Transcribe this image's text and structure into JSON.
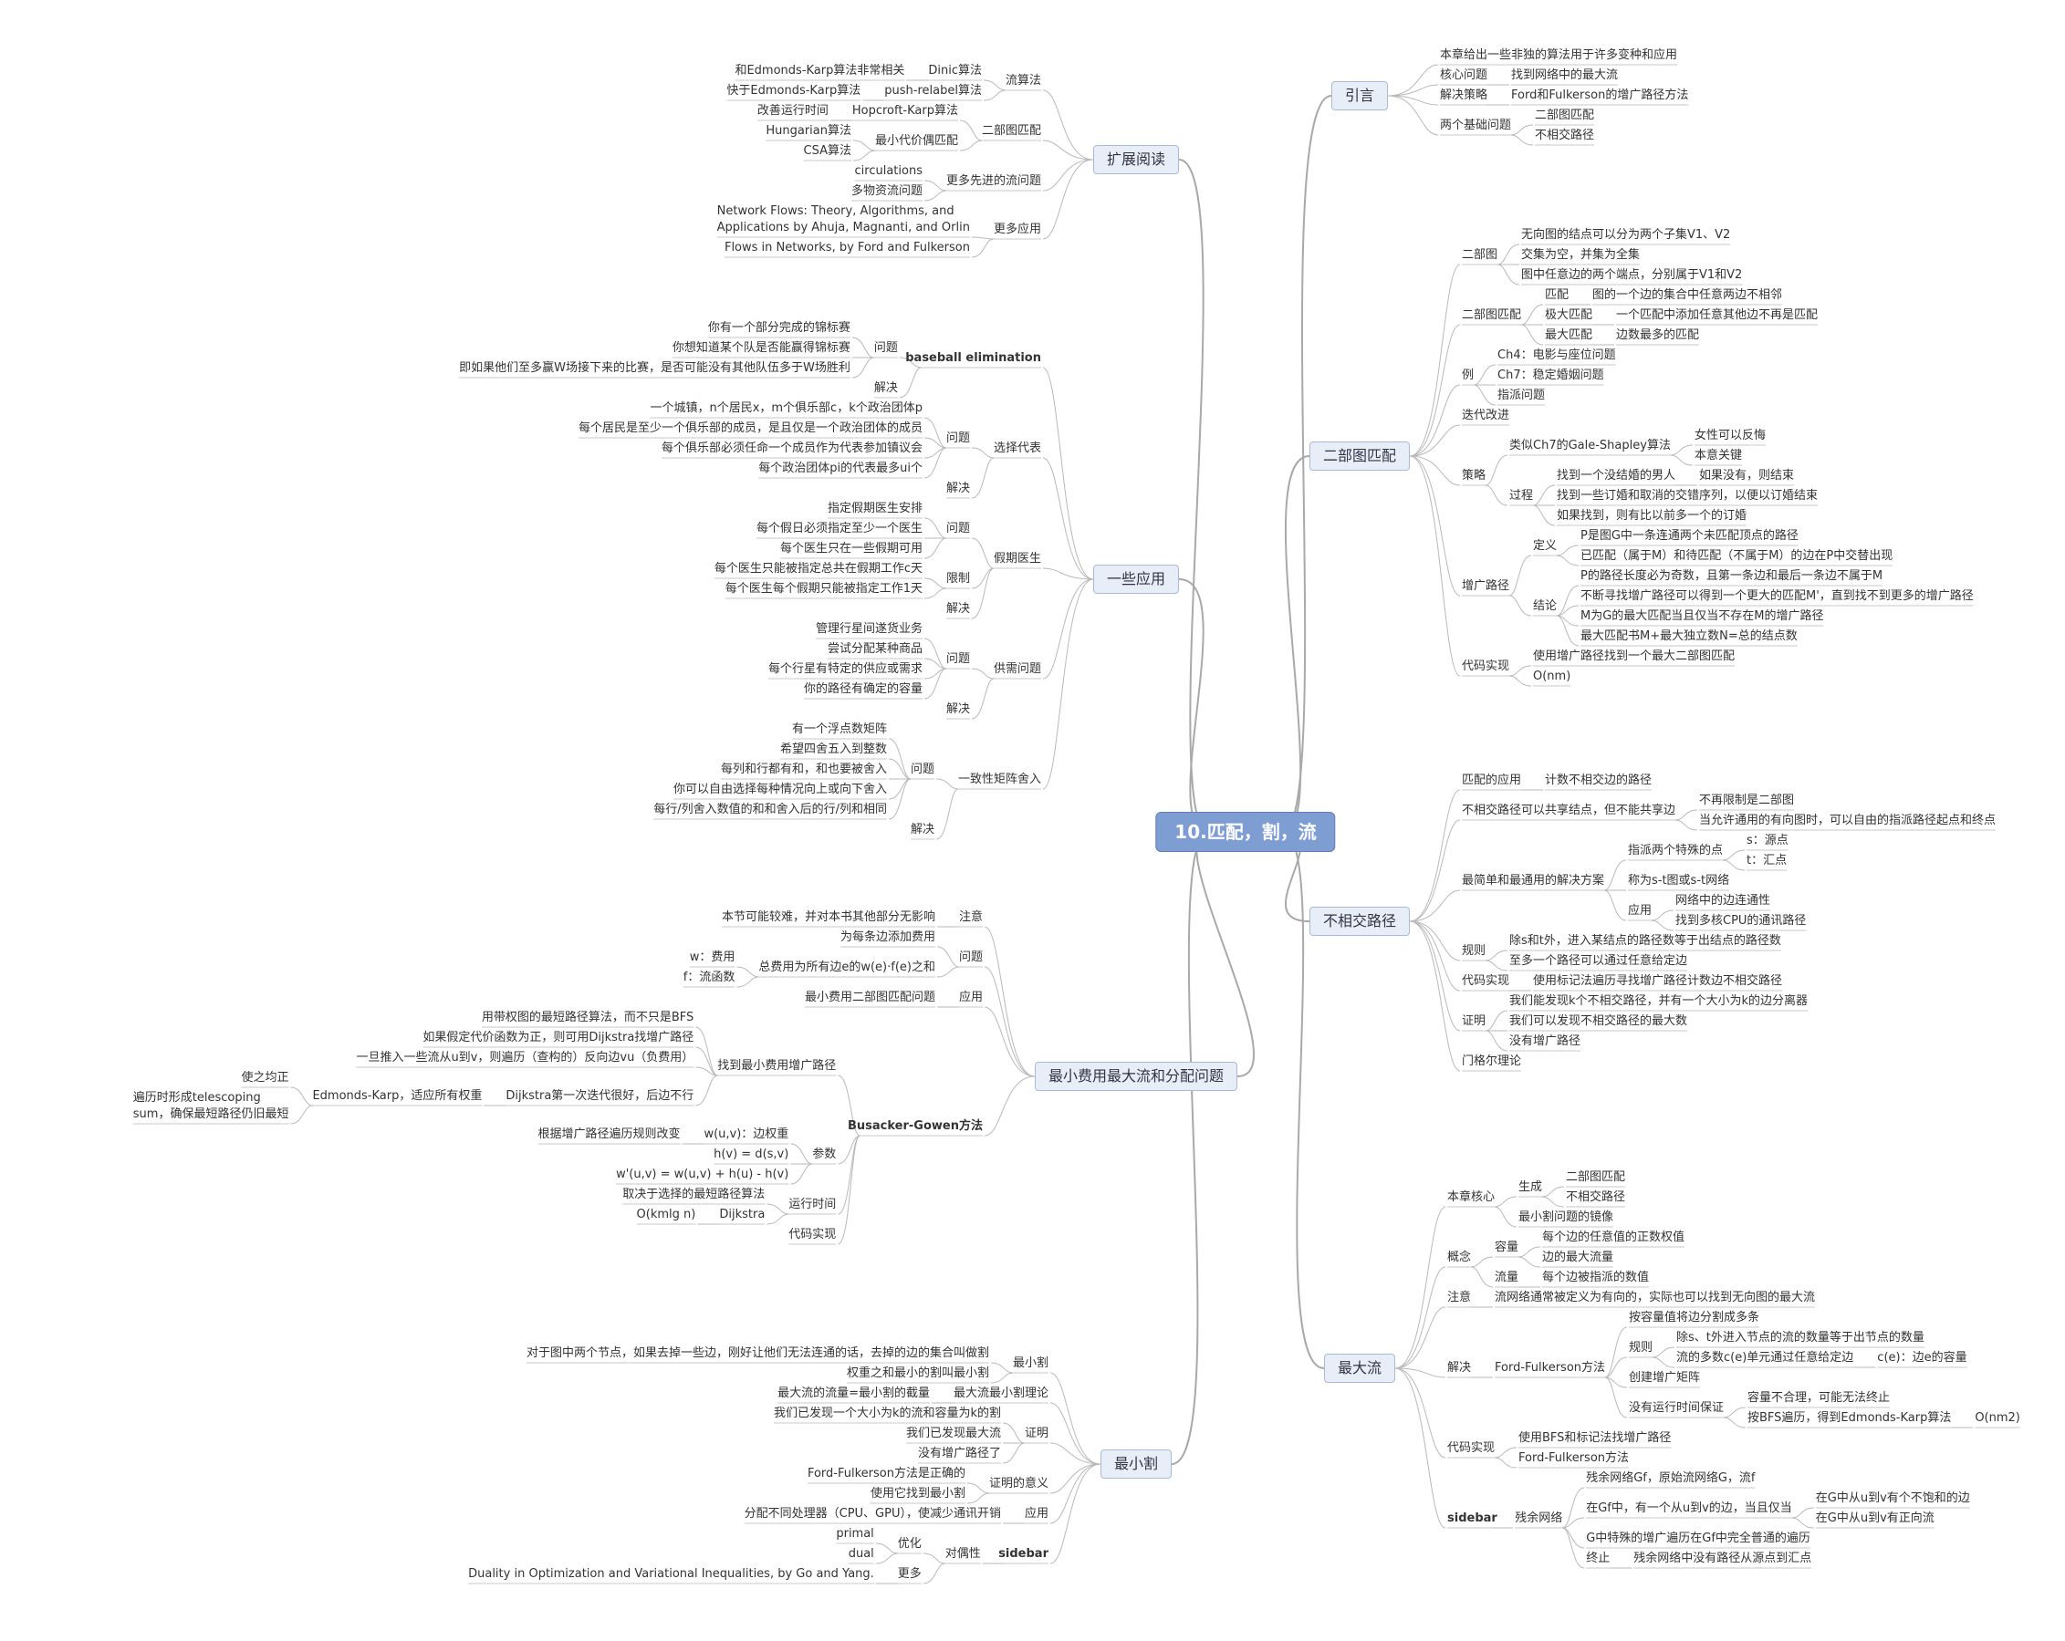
{
  "root": "10.匹配，割，流",
  "right": [
    {
      "text": "引言",
      "c": [
        {
          "text": "本章给出一些非独的算法用于许多变种和应用"
        },
        {
          "text": "核心问题",
          "c": [
            {
              "text": "找到网络中的最大流"
            }
          ]
        },
        {
          "text": "解决策略",
          "c": [
            {
              "text": "Ford和Fulkerson的增广路径方法"
            }
          ]
        },
        {
          "text": "两个基础问题",
          "c": [
            {
              "text": "二部图匹配"
            },
            {
              "text": "不相交路径"
            }
          ]
        }
      ]
    },
    {
      "text": "二部图匹配",
      "c": [
        {
          "text": "二部图",
          "c": [
            {
              "text": "无向图的结点可以分为两个子集V1、V2"
            },
            {
              "text": "交集为空，并集为全集"
            },
            {
              "text": "图中任意边的两个端点，分别属于V1和V2"
            }
          ]
        },
        {
          "text": "二部图匹配",
          "c": [
            {
              "text": "匹配",
              "c": [
                {
                  "text": "图的一个边的集合中任意两边不相邻"
                }
              ]
            },
            {
              "text": "极大匹配",
              "c": [
                {
                  "text": "一个匹配中添加任意其他边不再是匹配"
                }
              ]
            },
            {
              "text": "最大匹配",
              "c": [
                {
                  "text": "边数最多的匹配"
                }
              ]
            }
          ]
        },
        {
          "text": "例",
          "c": [
            {
              "text": "Ch4：电影与座位问题"
            },
            {
              "text": "Ch7：稳定婚姻问题"
            },
            {
              "text": "指派问题"
            }
          ]
        },
        {
          "text": "迭代改进"
        },
        {
          "text": "策略",
          "c": [
            {
              "text": "类似Ch7的Gale-Shapley算法",
              "c": [
                {
                  "text": "女性可以反悔"
                },
                {
                  "text": "本意关键"
                }
              ]
            },
            {
              "text": "过程",
              "c": [
                {
                  "text": "找到一个没结婚的男人",
                  "c": [
                    {
                      "text": "如果没有，则结束"
                    }
                  ]
                },
                {
                  "text": "找到一些订婚和取消的交错序列，以便以订婚结束"
                },
                {
                  "text": "如果找到，则有比以前多一个的订婚"
                }
              ]
            }
          ]
        },
        {
          "text": "增广路径",
          "c": [
            {
              "text": "定义",
              "c": [
                {
                  "text": "P是图G中一条连通两个未匹配顶点的路径"
                },
                {
                  "text": "已匹配（属于M）和待匹配（不属于M）的边在P中交替出现"
                }
              ]
            },
            {
              "text": "结论",
              "c": [
                {
                  "text": "P的路径长度必为奇数，且第一条边和最后一条边不属于M"
                },
                {
                  "text": "不断寻找增广路径可以得到一个更大的匹配M'，直到找不到更多的增广路径"
                },
                {
                  "text": "M为G的最大匹配当且仅当不存在M的增广路径"
                },
                {
                  "text": "最大匹配书M+最大独立数N=总的结点数"
                }
              ]
            }
          ]
        },
        {
          "text": "代码实现",
          "c": [
            {
              "text": "使用增广路径找到一个最大二部图匹配"
            },
            {
              "text": "O(nm)"
            }
          ]
        }
      ]
    },
    {
      "text": "不相交路径",
      "c": [
        {
          "text": "匹配的应用",
          "c": [
            {
              "text": "计数不相交边的路径"
            }
          ]
        },
        {
          "text": "不相交路径可以共享结点，但不能共享边",
          "c": [
            {
              "text": "不再限制是二部图"
            },
            {
              "text": "当允许通用的有向图时，可以自由的指派路径起点和终点"
            }
          ]
        },
        {
          "text": "最简单和最通用的解决方案",
          "c": [
            {
              "text": "指派两个特殊的点",
              "c": [
                {
                  "text": "s：源点"
                },
                {
                  "text": "t：汇点"
                }
              ]
            },
            {
              "text": "称为s-t图或s-t网络"
            },
            {
              "text": "应用",
              "c": [
                {
                  "text": "网络中的边连通性"
                },
                {
                  "text": "找到多核CPU的通讯路径"
                }
              ]
            }
          ]
        },
        {
          "text": "规则",
          "c": [
            {
              "text": "除s和t外，进入某结点的路径数等于出结点的路径数"
            },
            {
              "text": "至多一个路径可以通过任意给定边"
            }
          ]
        },
        {
          "text": "代码实现",
          "c": [
            {
              "text": "使用标记法遍历寻找增广路径计数边不相交路径"
            }
          ]
        },
        {
          "text": "证明",
          "c": [
            {
              "text": "我们能发现k个不相交路径，并有一个大小为k的边分离器"
            },
            {
              "text": "我们可以发现不相交路径的最大数"
            },
            {
              "text": "没有增广路径"
            }
          ]
        },
        {
          "text": "门格尔理论"
        }
      ]
    },
    {
      "text": "最大流",
      "c": [
        {
          "text": "本章核心",
          "c": [
            {
              "text": "生成",
              "c": [
                {
                  "text": "二部图匹配"
                },
                {
                  "text": "不相交路径"
                }
              ]
            },
            {
              "text": "最小割问题的镜像"
            }
          ]
        },
        {
          "text": "概念",
          "c": [
            {
              "text": "容量",
              "c": [
                {
                  "text": "每个边的任意值的正数权值"
                },
                {
                  "text": "边的最大流量"
                }
              ]
            },
            {
              "text": "流量",
              "c": [
                {
                  "text": "每个边被指派的数值"
                }
              ]
            }
          ]
        },
        {
          "text": "注意",
          "c": [
            {
              "text": "流网络通常被定义为有向的，实际也可以找到无向图的最大流"
            }
          ]
        },
        {
          "text": "解决",
          "c": [
            {
              "text": "Ford-Fulkerson方法",
              "c": [
                {
                  "text": "按容量值将边分割成多条"
                },
                {
                  "text": "规则",
                  "c": [
                    {
                      "text": "除s、t外进入节点的流的数量等于出节点的数量"
                    },
                    {
                      "text": "流的多数c(e)单元通过任意给定边",
                      "c": [
                        {
                          "text": "c(e)：边e的容量"
                        }
                      ]
                    }
                  ]
                },
                {
                  "text": "创建增广矩阵"
                },
                {
                  "text": "没有运行时间保证",
                  "c": [
                    {
                      "text": "容量不合理，可能无法终止"
                    },
                    {
                      "text": "按BFS遍历，得到Edmonds-Karp算法",
                      "c": [
                        {
                          "text": "O(nm2)"
                        }
                      ]
                    }
                  ]
                }
              ]
            }
          ]
        },
        {
          "text": "代码实现",
          "c": [
            {
              "text": "使用BFS和标记法找增广路径"
            },
            {
              "text": "Ford-Fulkerson方法"
            }
          ]
        },
        {
          "text": "sidebar",
          "b": true,
          "c": [
            {
              "text": "残余网络",
              "c": [
                {
                  "text": "残余网络Gf，原始流网络G，流f"
                },
                {
                  "text": "在Gf中，有一个从u到v的边，当且仅当",
                  "c": [
                    {
                      "text": "在G中从u到v有个不饱和的边"
                    },
                    {
                      "text": "在G中从u到v有正向流"
                    }
                  ]
                },
                {
                  "text": "G中特殊的增广遍历在Gf中完全普通的遍历"
                },
                {
                  "text": "终止",
                  "c": [
                    {
                      "text": "残余网络中没有路径从源点到汇点"
                    }
                  ]
                }
              ]
            }
          ]
        }
      ]
    }
  ],
  "left": [
    {
      "text": "扩展阅读",
      "c": [
        {
          "text": "流算法",
          "c": [
            {
              "text": "Dinic算法",
              "c": [
                {
                  "text": "和Edmonds-Karp算法非常相关"
                }
              ]
            },
            {
              "text": "push-relabel算法",
              "c": [
                {
                  "text": "快于Edmonds-Karp算法"
                }
              ]
            }
          ]
        },
        {
          "text": "二部图匹配",
          "c": [
            {
              "text": "Hopcroft-Karp算法",
              "c": [
                {
                  "text": "改善运行时间"
                }
              ]
            },
            {
              "text": "最小代价偶匹配",
              "c": [
                {
                  "text": "Hungarian算法"
                },
                {
                  "text": "CSA算法"
                }
              ]
            }
          ]
        },
        {
          "text": "更多先进的流问题",
          "c": [
            {
              "text": "circulations"
            },
            {
              "text": "多物资流问题"
            }
          ]
        },
        {
          "text": "更多应用",
          "c": [
            {
              "text": "Network Flows: Theory, Algorithms, and\nApplications by Ahuja, Magnanti, and Orlin"
            },
            {
              "text": "Flows in Networks, by Ford and Fulkerson"
            }
          ]
        }
      ]
    },
    {
      "text": "一些应用",
      "c": [
        {
          "text": "baseball elimination",
          "b": true,
          "c": [
            {
              "text": "问题",
              "c": [
                {
                  "text": "你有一个部分完成的锦标赛"
                },
                {
                  "text": "你想知道某个队是否能赢得锦标赛"
                },
                {
                  "text": "即如果他们至多赢W场接下来的比赛，是否可能没有其他队伍多于W场胜利"
                }
              ]
            },
            {
              "text": "解决"
            }
          ]
        },
        {
          "text": "选择代表",
          "c": [
            {
              "text": "问题",
              "c": [
                {
                  "text": "一个城镇，n个居民x，m个俱乐部c，k个政治团体p"
                },
                {
                  "text": "每个居民是至少一个俱乐部的成员，是且仅是一个政治团体的成员"
                },
                {
                  "text": "每个俱乐部必须任命一个成员作为代表参加镇议会"
                },
                {
                  "text": "每个政治团体pi的代表最多ui个"
                }
              ]
            },
            {
              "text": "解决"
            }
          ]
        },
        {
          "text": "假期医生",
          "c": [
            {
              "text": "问题",
              "c": [
                {
                  "text": "指定假期医生安排"
                },
                {
                  "text": "每个假日必须指定至少一个医生"
                },
                {
                  "text": "每个医生只在一些假期可用"
                }
              ]
            },
            {
              "text": "限制",
              "c": [
                {
                  "text": "每个医生只能被指定总共在假期工作c天"
                },
                {
                  "text": "每个医生每个假期只能被指定工作1天"
                }
              ]
            },
            {
              "text": "解决"
            }
          ]
        },
        {
          "text": "供需问题",
          "c": [
            {
              "text": "问题",
              "c": [
                {
                  "text": "管理行星间遂货业务"
                },
                {
                  "text": "尝试分配某种商品"
                },
                {
                  "text": "每个行星有特定的供应或需求"
                },
                {
                  "text": "你的路径有确定的容量"
                }
              ]
            },
            {
              "text": "解决"
            }
          ]
        },
        {
          "text": "一致性矩阵舍入",
          "c": [
            {
              "text": "问题",
              "c": [
                {
                  "text": "有一个浮点数矩阵"
                },
                {
                  "text": "希望四舍五入到整数"
                },
                {
                  "text": "每列和行都有和，和也要被舍入"
                },
                {
                  "text": "你可以自由选择每种情况向上或向下舍入"
                },
                {
                  "text": "每行/列舍入数值的和和舍入后的行/列和相同"
                }
              ]
            },
            {
              "text": "解决"
            }
          ]
        }
      ]
    },
    {
      "text": "最小费用最大流和分配问题",
      "c": [
        {
          "text": "注意",
          "c": [
            {
              "text": "本节可能较难，并对本书其他部分无影响"
            }
          ]
        },
        {
          "text": "问题",
          "c": [
            {
              "text": "为每条边添加费用"
            },
            {
              "text": "总费用为所有边e的w(e)·f(e)之和",
              "c": [
                {
                  "text": "w：费用"
                },
                {
                  "text": "f：流函数"
                }
              ]
            }
          ]
        },
        {
          "text": "应用",
          "c": [
            {
              "text": "最小费用二部图匹配问题"
            }
          ]
        },
        {
          "text": "Busacker-Gowen方法",
          "bb": true,
          "c": [
            {
              "text": "找到最小费用增广路径",
              "c": [
                {
                  "text": "用带权图的最短路径算法，而不只是BFS"
                },
                {
                  "text": "如果假定代价函数为正，则可用Dijkstra找增广路径"
                },
                {
                  "text": "一旦推入一些流从u到v，则遍历（查构的）反向边vu（负费用）"
                },
                {
                  "text": "Dijkstra第一次迭代很好，后边不行",
                  "c": [
                    {
                      "text": "Edmonds-Karp，适应所有权重",
                      "c": [
                        {
                          "text": "使之均正"
                        },
                        {
                          "text": "遍历时形成telescoping\nsum，确保最短路径仍旧最短"
                        }
                      ]
                    }
                  ]
                }
              ]
            },
            {
              "text": "参数",
              "c": [
                {
                  "text": "w(u,v)：边权重",
                  "c": [
                    {
                      "text": "根据增广路径遍历规则改变"
                    }
                  ]
                },
                {
                  "text": "h(v) = d(s,v)"
                },
                {
                  "text": "w'(u,v) = w(u,v) + h(u) - h(v)"
                }
              ]
            },
            {
              "text": "运行时间",
              "c": [
                {
                  "text": "取决于选择的最短路径算法"
                },
                {
                  "text": "Dijkstra",
                  "c": [
                    {
                      "text": "O(kmlg n)"
                    }
                  ]
                }
              ]
            },
            {
              "text": "代码实现"
            }
          ]
        }
      ]
    },
    {
      "text": "最小割",
      "c": [
        {
          "text": "最小割",
          "c": [
            {
              "text": "对于图中两个节点，如果去掉一些边，刚好让他们无法连通的话，去掉的边的集合叫做割"
            },
            {
              "text": "权重之和最小的割叫最小割"
            }
          ]
        },
        {
          "text": "最大流最小割理论",
          "c": [
            {
              "text": "最大流的流量=最小割的截量"
            }
          ]
        },
        {
          "text": "证明",
          "c": [
            {
              "text": "我们已发现一个大小为k的流和容量为k的割"
            },
            {
              "text": "我们已发现最大流"
            },
            {
              "text": "没有增广路径了"
            }
          ]
        },
        {
          "text": "证明的意义",
          "c": [
            {
              "text": "Ford-Fulkerson方法是正确的"
            },
            {
              "text": "使用它找到最小割"
            }
          ]
        },
        {
          "text": "应用",
          "c": [
            {
              "text": "分配不同处理器（CPU、GPU），使减少通讯开销"
            }
          ]
        },
        {
          "text": "sidebar",
          "b": true,
          "c": [
            {
              "text": "对偶性",
              "c": [
                {
                  "text": "优化",
                  "c": [
                    {
                      "text": "primal"
                    },
                    {
                      "text": "dual"
                    }
                  ]
                },
                {
                  "text": "更多",
                  "c": [
                    {
                      "text": "Duality in Optimization and Variational Inequalities, by Go and Yang."
                    }
                  ]
                }
              ]
            }
          ]
        }
      ]
    }
  ]
}
